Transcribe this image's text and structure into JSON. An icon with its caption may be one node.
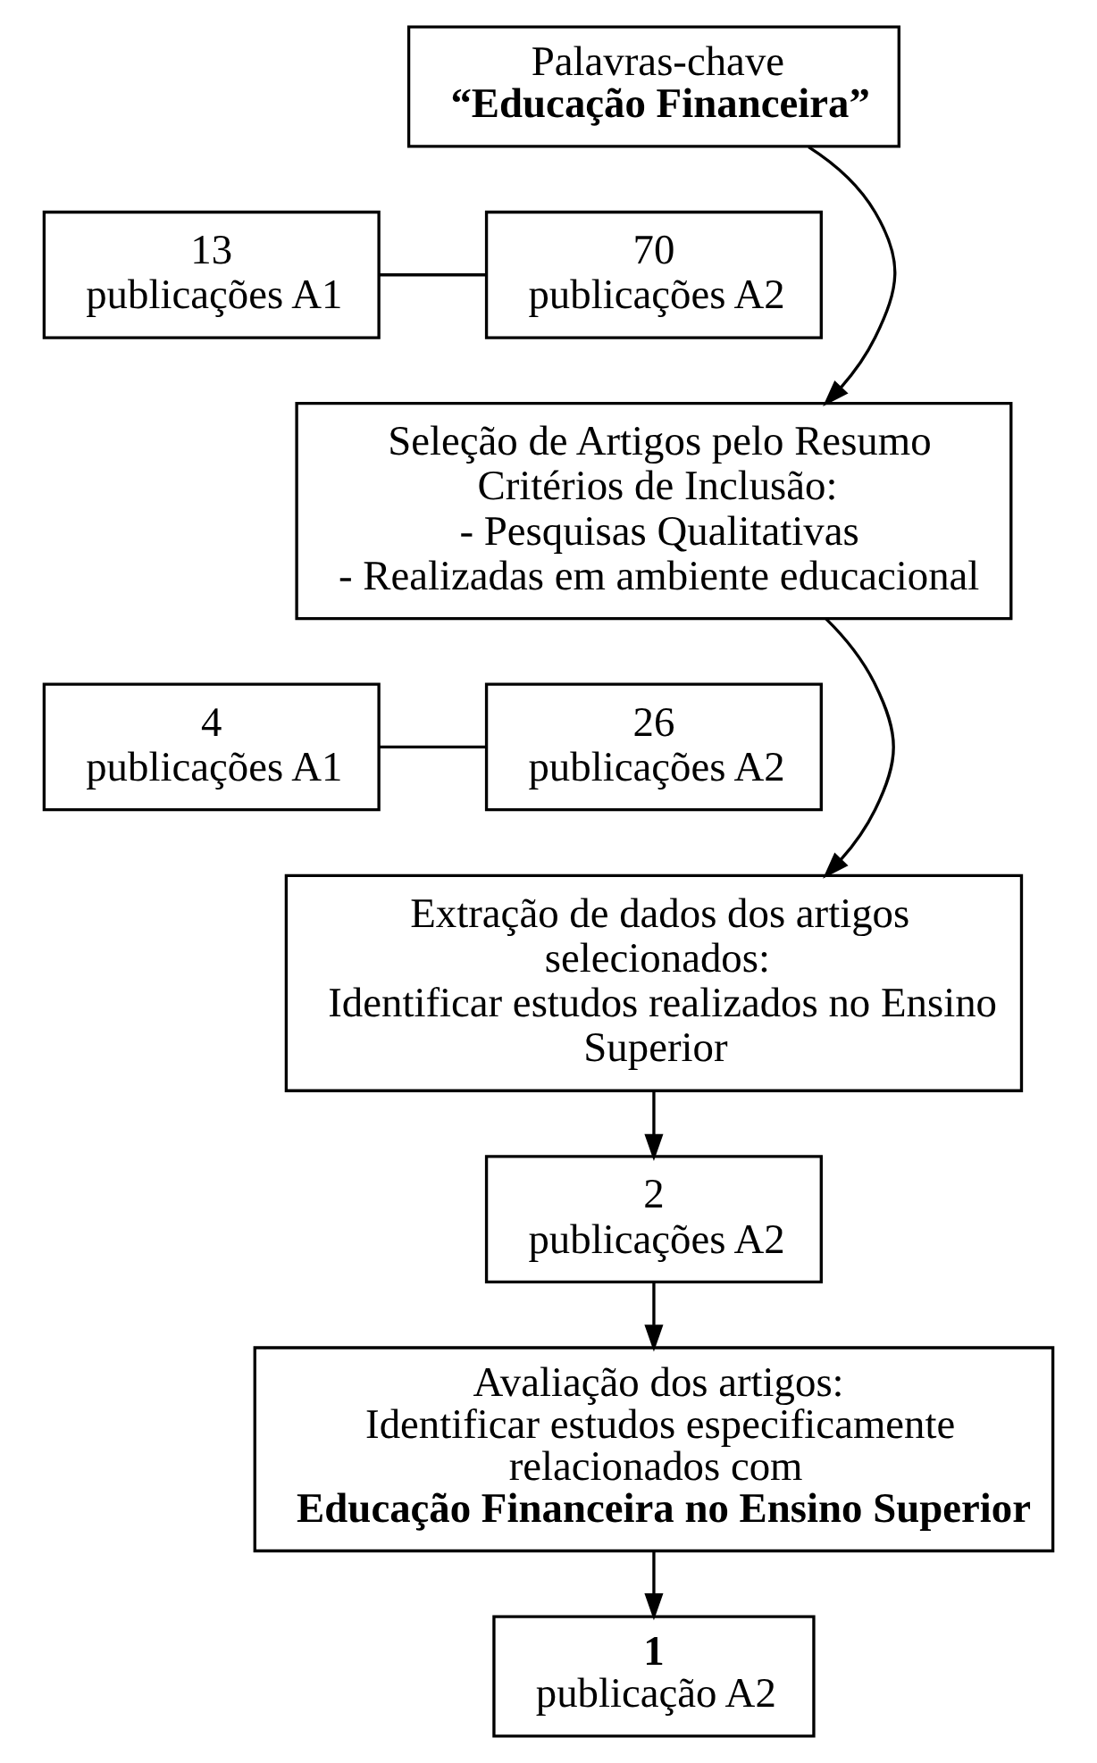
{
  "diagram": {
    "nodes": [
      {
        "text": [
          "Palavras-chave",
          "“Educação Financeira”"
        ]
      },
      {
        "text": [
          "13",
          "publicações A1"
        ]
      },
      {
        "text": [
          "70",
          "publicações A2"
        ]
      },
      {
        "text": [
          "Seleção de Artigos pelo Resumo",
          "Critérios de Inclusão:",
          "- Pesquisas Qualitativas",
          "- Realizadas em ambiente educacional"
        ]
      },
      {
        "text": [
          "4",
          "publicações A1"
        ]
      },
      {
        "text": [
          "26",
          "publicações A2"
        ]
      },
      {
        "text": [
          "Extração de dados dos artigos selecionados:",
          "Identificar estudos realizados no Ensino Superior"
        ]
      },
      {
        "text": [
          "2",
          "publicações A2"
        ]
      },
      {
        "text": [
          "Avaliação dos artigos:",
          "Identificar estudos especificamente relacionados com",
          "Educação Financeira no Ensino Superior"
        ]
      },
      {
        "text": [
          "1",
          "publicação A2"
        ]
      }
    ],
    "edges": [
      {
        "from": 0,
        "to": 3,
        "arrow": "to"
      },
      {
        "from": 1,
        "to": 2,
        "arrow": "none"
      },
      {
        "from": 3,
        "to": 6,
        "arrow": "to"
      },
      {
        "from": 4,
        "to": 5,
        "arrow": "none"
      },
      {
        "from": 6,
        "to": 7,
        "arrow": "to"
      },
      {
        "from": 7,
        "to": 8,
        "arrow": "to"
      },
      {
        "from": 8,
        "to": 9,
        "arrow": "to"
      }
    ]
  }
}
